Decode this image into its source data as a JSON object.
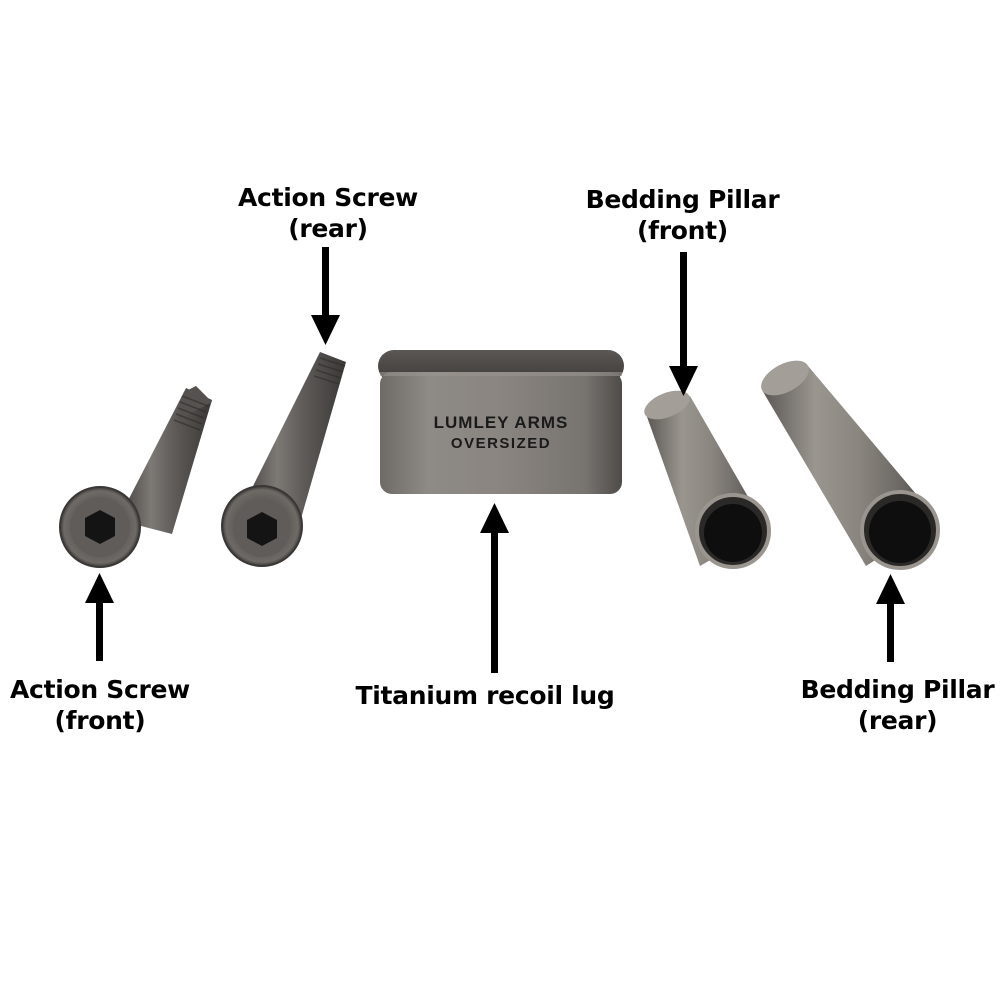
{
  "labels": {
    "action_screw_rear": {
      "line1": "Action Screw",
      "line2": "(rear)"
    },
    "bedding_pillar_front": {
      "line1": "Bedding Pillar",
      "line2": "(front)"
    },
    "action_screw_front": {
      "line1": "Action Screw",
      "line2": "(front)"
    },
    "recoil_lug": {
      "line1": "Titanium recoil lug"
    },
    "bedding_pillar_rear": {
      "line1": "Bedding Pillar",
      "line2": "(rear)"
    }
  },
  "recoil_lug_engraving": {
    "line1": "LUMLEY ARMS",
    "line2": "OVERSIZED"
  },
  "colors": {
    "background": "#ffffff",
    "label_text": "#000000",
    "metal_dark": "#4a4846",
    "metal_mid": "#7a7672",
    "metal_light": "#a8a39d"
  }
}
